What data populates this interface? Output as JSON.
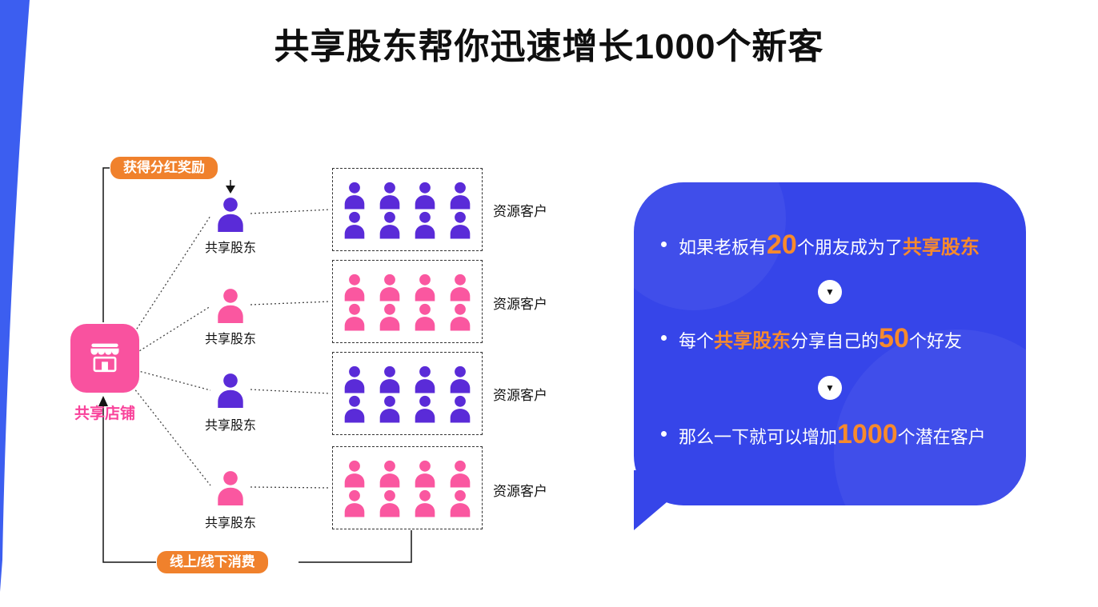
{
  "page": {
    "title": "共享股东帮你迅速增长1000个新客"
  },
  "colors": {
    "purple": "#5a2bd8",
    "pink": "#fa57a0",
    "orange_badge": "#f0812c",
    "bubble_blue": "#3645e9",
    "store_pink": "#f9529f",
    "accent_orange_text": "#f78a2d",
    "wedge_blue": "#3c5ef0"
  },
  "diagram": {
    "badge_top": "获得分红奖励",
    "badge_bottom": "线上/线下消费",
    "store_label": "共享店铺",
    "grid": {
      "rows": 2,
      "cols": 4
    },
    "rows": [
      {
        "color": "#5a2bd8",
        "shareholder_label": "共享股东",
        "customers_label": "资源客户"
      },
      {
        "color": "#fa57a0",
        "shareholder_label": "共享股东",
        "customers_label": "资源客户"
      },
      {
        "color": "#5a2bd8",
        "shareholder_label": "共享股东",
        "customers_label": "资源客户"
      },
      {
        "color": "#fa57a0",
        "shareholder_label": "共享股东",
        "customers_label": "资源客户"
      }
    ]
  },
  "bubble": {
    "arrow_icon": "▼",
    "lines": [
      {
        "segments": [
          {
            "t": "如果老板有",
            "s": "n"
          },
          {
            "t": "20",
            "s": "big"
          },
          {
            "t": "个朋友成为了",
            "s": "n"
          },
          {
            "t": "共享股东",
            "s": "hl"
          }
        ]
      },
      {
        "segments": [
          {
            "t": "每个",
            "s": "n"
          },
          {
            "t": "共享股东",
            "s": "hl"
          },
          {
            "t": "分享自己的",
            "s": "n"
          },
          {
            "t": "50",
            "s": "big"
          },
          {
            "t": "个好友",
            "s": "n"
          }
        ]
      },
      {
        "segments": [
          {
            "t": "那么一下就可以增加",
            "s": "n"
          },
          {
            "t": "1000",
            "s": "big"
          },
          {
            "t": "个潜在客户",
            "s": "n"
          }
        ]
      }
    ]
  }
}
